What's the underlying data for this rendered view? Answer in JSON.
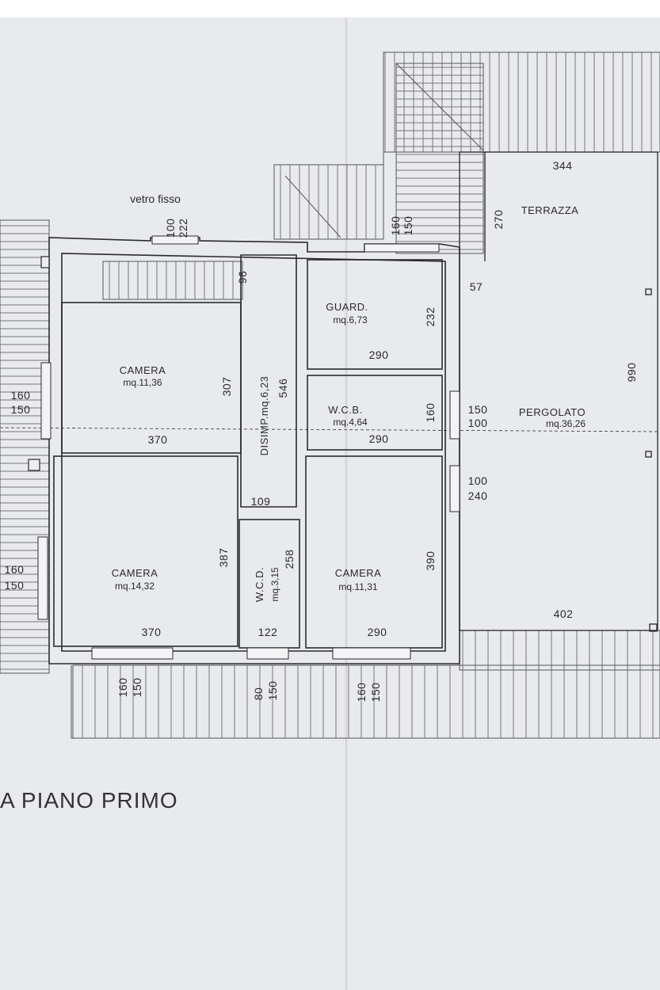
{
  "drawing": {
    "title": "A PIANO PRIMO",
    "window_note": "vetro fisso",
    "rooms": [
      {
        "id": "camera-nw",
        "name": "CAMERA",
        "area": "mq.11,36"
      },
      {
        "id": "camera-sw",
        "name": "CAMERA",
        "area": "mq.14,32"
      },
      {
        "id": "disimp",
        "name": "DISIMP.mq.6,23"
      },
      {
        "id": "guard",
        "name": "GUARD.",
        "area": "mq.6,73"
      },
      {
        "id": "wcb",
        "name": "W.C.B.",
        "area": "mq.4,64"
      },
      {
        "id": "wcd",
        "name": "W.C.D.",
        "area": "mq.3,15"
      },
      {
        "id": "camera-se",
        "name": "CAMERA",
        "area": "mq.11,31"
      },
      {
        "id": "terrazza",
        "name": "TERRAZZA"
      },
      {
        "id": "pergolato",
        "name": "PERGOLATO",
        "area": "mq.36,26"
      }
    ],
    "dimensions": {
      "d100_top": "100",
      "d222": "222",
      "d160_top": "160",
      "d150_top": "150",
      "d96": "96",
      "d344": "344",
      "d270": "270",
      "d57": "57",
      "d307": "307",
      "d370_a": "370",
      "d546": "546",
      "d232": "232",
      "d290_a": "290",
      "d160_wcb": "160",
      "d290_b": "290",
      "d990": "990",
      "d150_r": "150",
      "d100_r": "100",
      "d100_r2": "100",
      "d240": "240",
      "d160_l": "160",
      "d150_l": "150",
      "d160_l2": "160",
      "d150_l2": "150",
      "d109": "109",
      "d387": "387",
      "d258": "258",
      "d390": "390",
      "d370_b": "370",
      "d122": "122",
      "d290_c": "290",
      "d402": "402",
      "d160_b1": "160",
      "d150_b1": "150",
      "d80_b": "80",
      "d150_b2": "150",
      "d160_b3": "160",
      "d150_b3": "150"
    }
  }
}
